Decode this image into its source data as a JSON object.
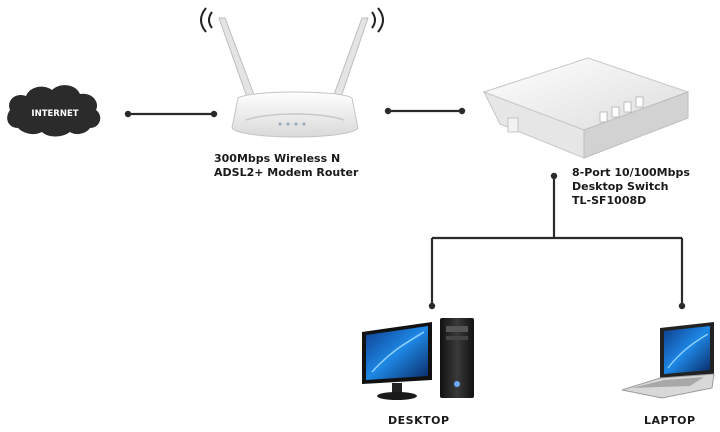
{
  "nodes": {
    "internet": {
      "label": "INTERNET",
      "color": "#2b2b2b"
    },
    "router": {
      "lines": [
        "300Mbps Wireless N",
        "ADSL2+ Modem Router"
      ]
    },
    "switch": {
      "lines": [
        "8-Port 10/100Mbps",
        "Desktop Switch",
        "TL-SF1008D"
      ]
    },
    "desktop": {
      "label": "DESKTOP"
    },
    "laptop": {
      "label": "LAPTOP"
    }
  },
  "colors": {
    "line": "#2a2a2a",
    "device_body": "#f1f1f1",
    "screen": "#1565c0"
  }
}
